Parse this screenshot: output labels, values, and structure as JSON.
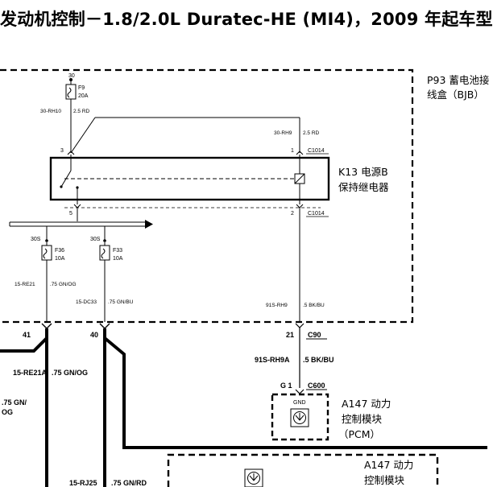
{
  "title": "发动机控制－1.8/2.0L Duratec-HE (MI4)，2009 年起车型",
  "bjb": {
    "line1": "P93 蓄电池接",
    "line2": "线盒（BJB）"
  },
  "fuse_f9": {
    "feed": "30",
    "id": "F9",
    "rating": "20A"
  },
  "wire_30rh10": {
    "circuit": "30-RH10",
    "spec": "2.5 RD"
  },
  "wire_30rh9": {
    "circuit": "30-RH9",
    "spec": "2.5 RD"
  },
  "relay": {
    "line1": "K13 电源B",
    "line2": "保持继电器",
    "pin3": "3",
    "pin1": "1",
    "pin5": "5",
    "pin2": "2",
    "conn_top": "C1014",
    "conn_bottom": "C1014"
  },
  "fuse_f36": {
    "feed": "30S",
    "id": "F36",
    "rating": "10A"
  },
  "fuse_f33": {
    "feed": "30S",
    "id": "F33",
    "rating": "10A"
  },
  "wire_15re21": {
    "circuit": "15-RE21",
    "spec": ".75 GN/OG"
  },
  "wire_15dc33": {
    "circuit": "15-DC33",
    "spec": ".75 GN/BU"
  },
  "wire_91srh9": {
    "circuit": "91S-RH9",
    "spec": ".5 BK/BU"
  },
  "pins_bottom": {
    "p41": "41",
    "p40": "40",
    "p21": "21",
    "c90": "C90"
  },
  "wire_15re21a": {
    "circuit": "15-RE21A",
    "spec": ".75 GN/OG"
  },
  "wire_left": {
    "line1": ".75 GN/",
    "line2": "OG"
  },
  "wire_91srh9a": {
    "circuit": "91S-RH9A",
    "spec": ".5 BK/BU"
  },
  "c600": {
    "pin": "G 1",
    "conn": "C600"
  },
  "pcm1": {
    "gnd": "GND",
    "line1": "A147 动力",
    "line2": "控制模块",
    "line3": "（PCM）"
  },
  "pcm2": {
    "line1": "A147 动力",
    "line2": "控制模块"
  },
  "wire_15rj25": {
    "circuit": "15-RJ25",
    "spec": ".75 GN/RD"
  }
}
